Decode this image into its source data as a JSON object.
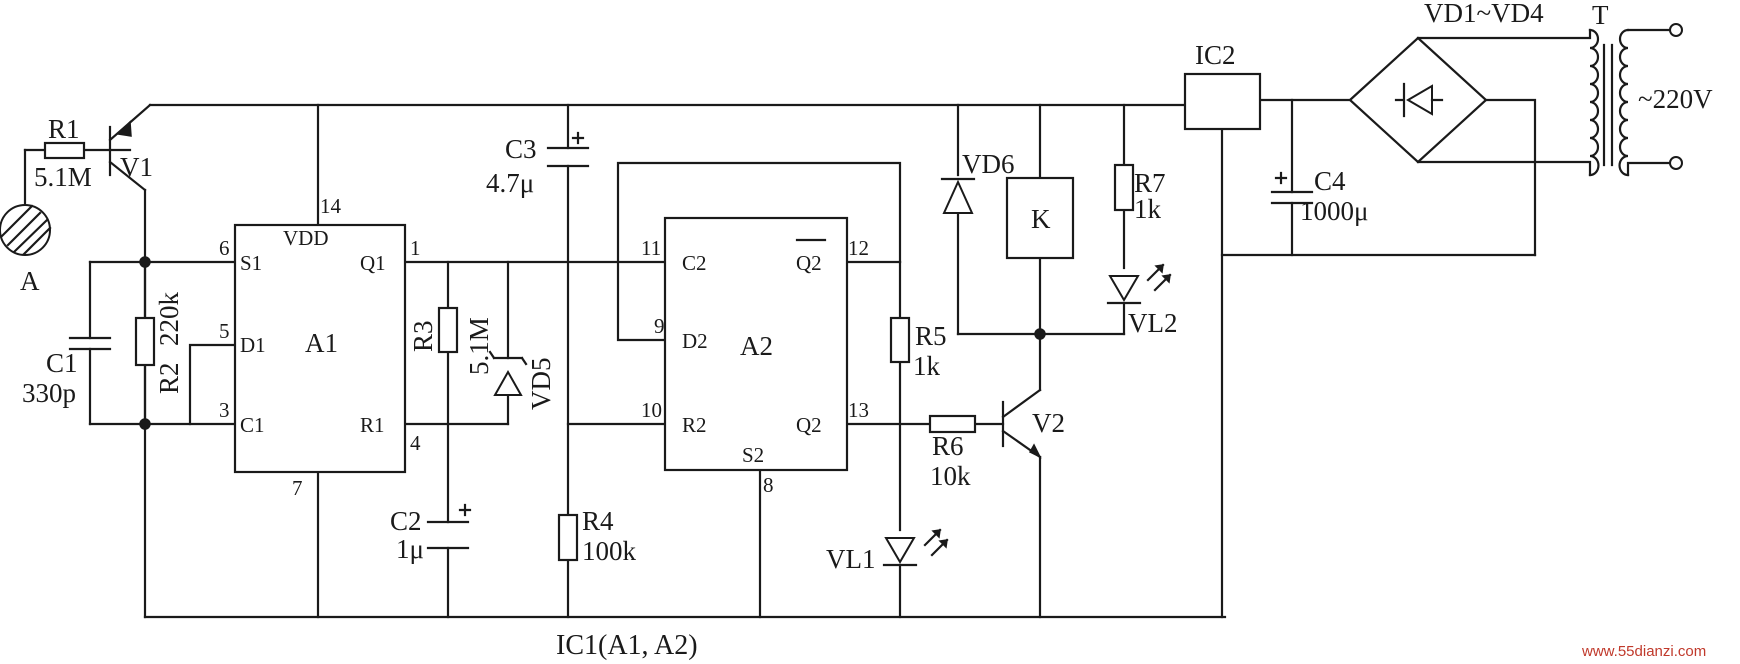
{
  "labels": {
    "R1": "R1",
    "R1_val": "5.1M",
    "V1": "V1",
    "A": "A",
    "C1": "C1",
    "C1_val": "330p",
    "R2": "R2",
    "R2_val": "220k",
    "A1": "A1",
    "VDD": "VDD",
    "S1": "S1",
    "D1": "D1",
    "C1_pin": "C1",
    "Q1": "Q1",
    "R1_pin": "R1",
    "p14": "14",
    "p6": "6",
    "p5": "5",
    "p3": "3",
    "p1": "1",
    "p4": "4",
    "p7": "7",
    "R3": "R3",
    "R3_val": "5.1M",
    "VD5": "VD5",
    "C2": "C2",
    "C2_val": "1μ",
    "C3": "C3",
    "C3_val": "4.7μ",
    "R4": "R4",
    "R4_val": "100k",
    "A2": "A2",
    "C2_pin": "C2",
    "D2": "D2",
    "R2_pin": "R2",
    "Q2bar": "Q2",
    "Q2": "Q2",
    "S2": "S2",
    "p11": "11",
    "p9": "9",
    "p10": "10",
    "p12": "12",
    "p13": "13",
    "p8": "8",
    "R5": "R5",
    "R5_val": "1k",
    "VL1": "VL1",
    "R6": "R6",
    "R6_val": "10k",
    "V2": "V2",
    "VD6": "VD6",
    "K": "K",
    "R7": "R7",
    "R7_val": "1k",
    "VL2": "VL2",
    "IC2": "IC2",
    "C4": "C4",
    "C4_val": "1000μ",
    "bridge": "VD1~VD4",
    "T": "T",
    "mains": "~220V",
    "caption": "IC1(A1, A2)",
    "watermark": "www.55dianzi.com"
  }
}
